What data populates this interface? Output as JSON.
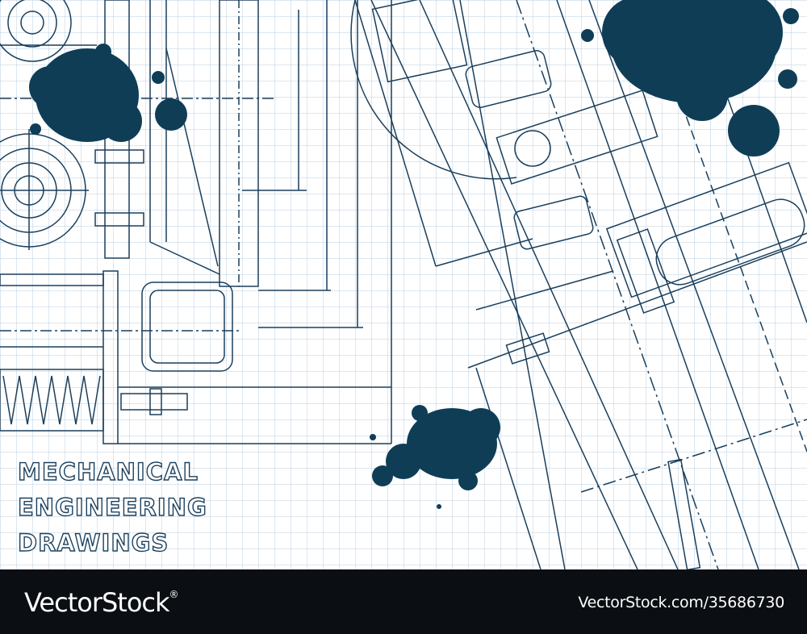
{
  "title_lines": [
    "MECHANICAL",
    "ENGINEERING",
    "DRAWINGS"
  ],
  "footer": {
    "brand": "VectorStock",
    "registered_mark": "®",
    "image_id": "VectorStock.com/35686730"
  },
  "colors": {
    "paper": "#ffffff",
    "grid": "#b9cfe0",
    "line": "#1a3f5c",
    "ink_blot": "#0f3d56",
    "footer_bg": "#0b0e13",
    "footer_text": "#ffffff"
  }
}
